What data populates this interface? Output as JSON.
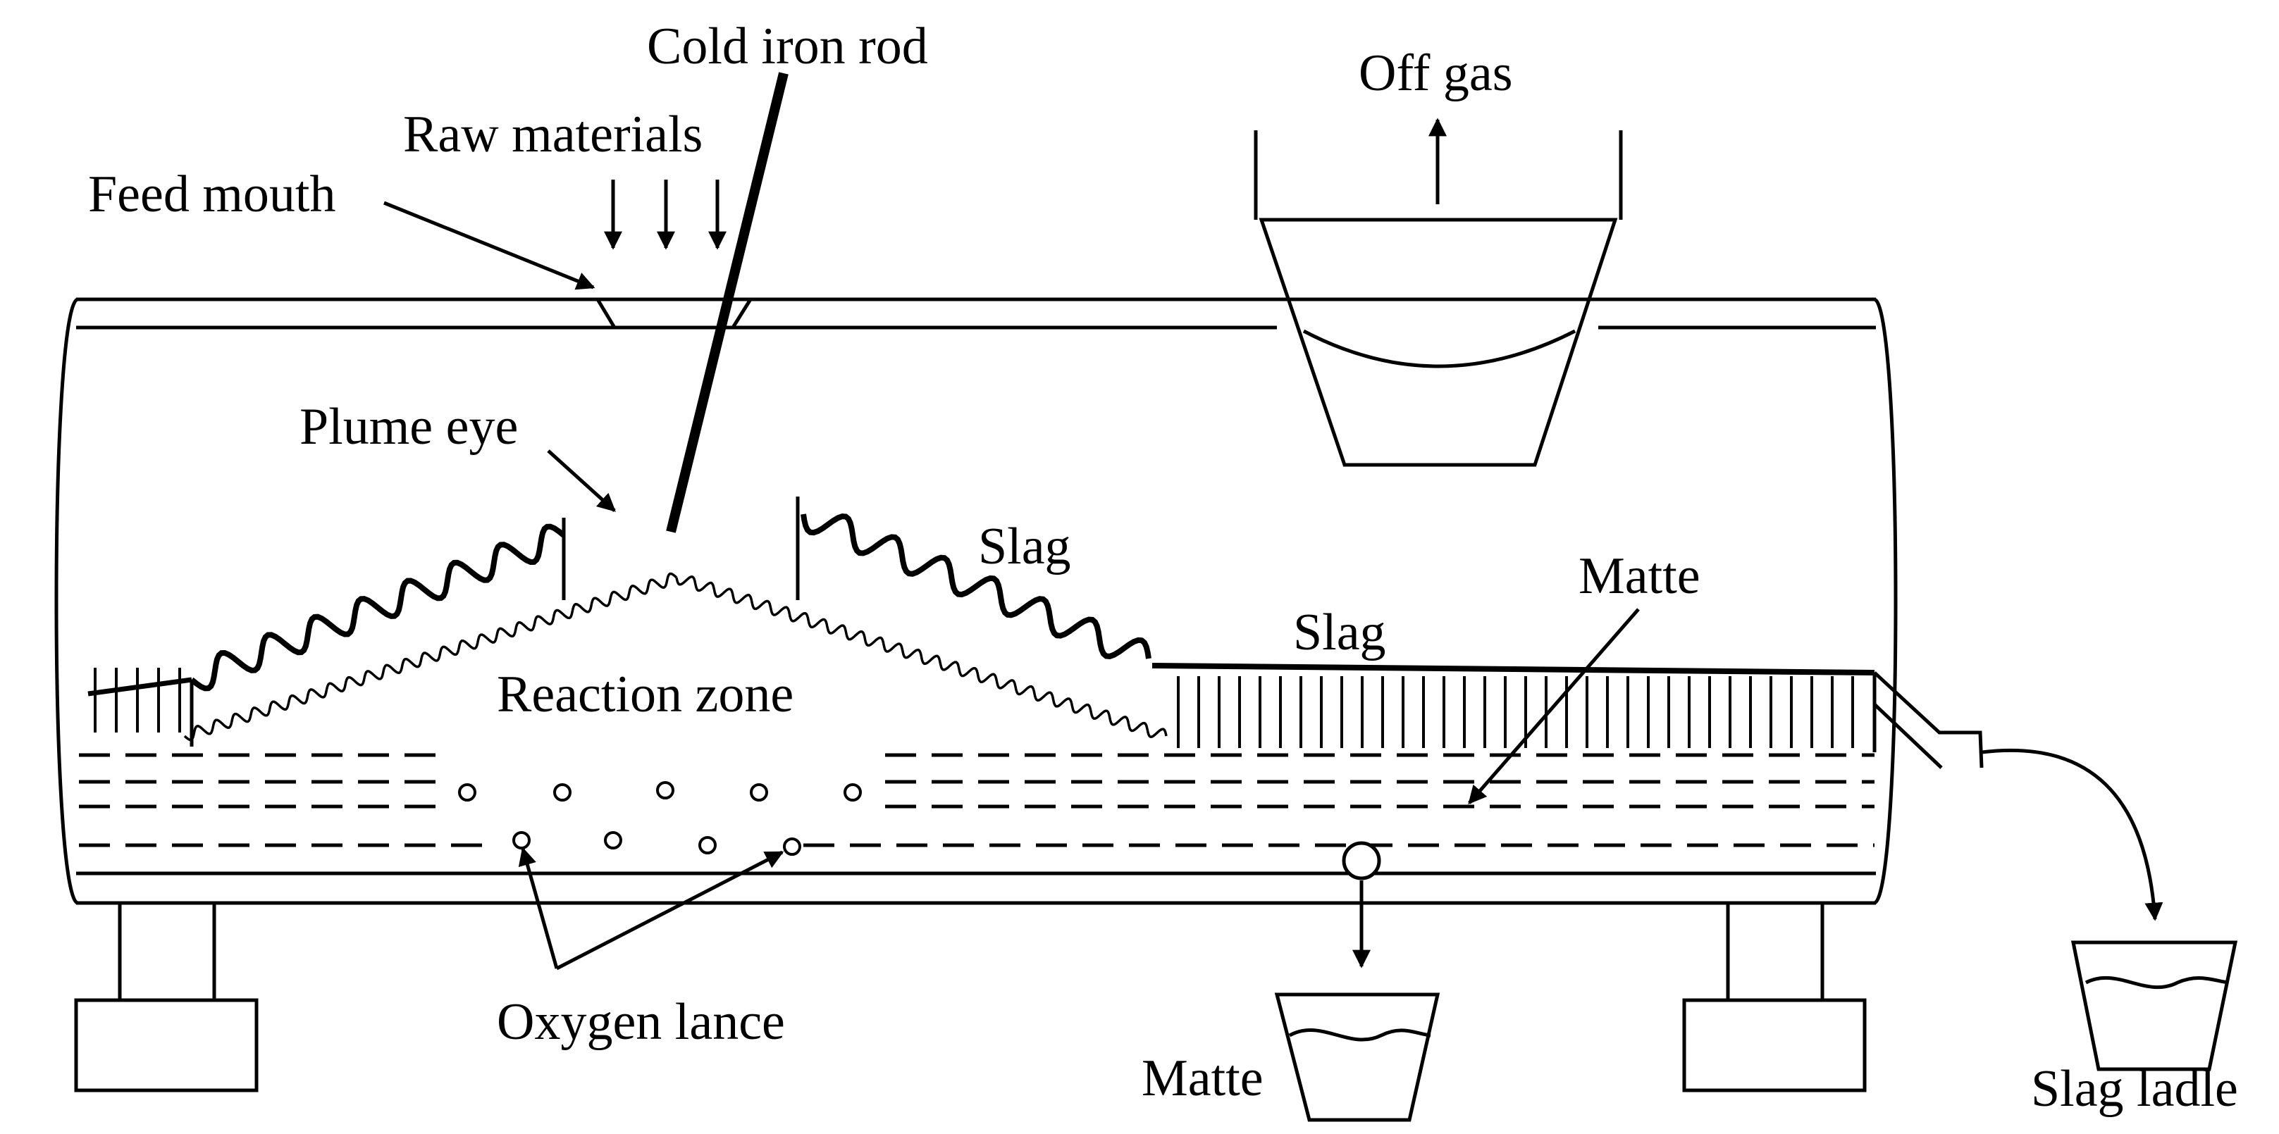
{
  "diagram": {
    "labels": {
      "cold_iron_rod": "Cold iron rod",
      "off_gas": "Off gas",
      "raw_materials": "Raw materials",
      "feed_mouth": "Feed mouth",
      "plume_eye": "Plume eye",
      "slag_upper": "Slag",
      "slag_right": "Slag",
      "matte_inner": "Matte",
      "reaction_zone": "Reaction zone",
      "oxygen_lance": "Oxygen lance",
      "matte_pot": "Matte",
      "slag_ladle": "Slag ladle"
    },
    "colors": {
      "line": "#000000",
      "background": "#ffffff"
    }
  }
}
